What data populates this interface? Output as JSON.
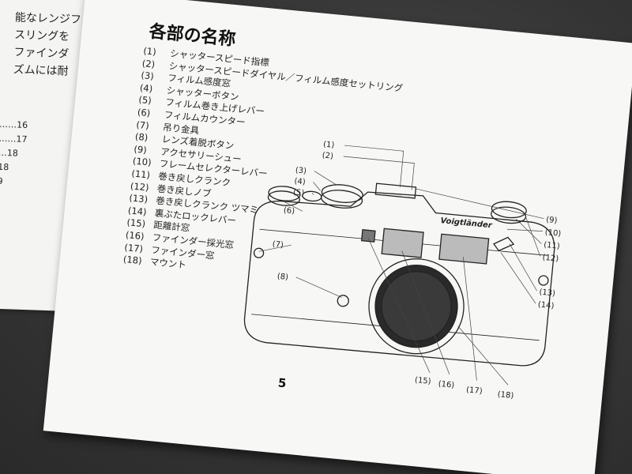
{
  "left_page": {
    "lines": [
      "能なレンジフ",
      "スリングを",
      "ファインダ",
      "ズムには耐"
    ],
    "toc": [
      "……16",
      "……17",
      "…18",
      "18",
      "9"
    ]
  },
  "heading": "各部の名称",
  "parts": [
    {
      "num": "(1)",
      "label": "シャッタースピード指標"
    },
    {
      "num": "(2)",
      "label": "シャッタースピードダイヤル／フィルム感度セットリング"
    },
    {
      "num": "(3)",
      "label": "フィルム感度窓"
    },
    {
      "num": "(4)",
      "label": "シャッターボタン"
    },
    {
      "num": "(5)",
      "label": "フィルム巻き上げレバー"
    },
    {
      "num": "(6)",
      "label": "フィルムカウンター"
    },
    {
      "num": "(7)",
      "label": "吊り金具"
    },
    {
      "num": "(8)",
      "label": "レンズ着脱ボタン"
    },
    {
      "num": "(9)",
      "label": "アクセサリーシュー"
    },
    {
      "num": "(10)",
      "label": "フレームセレクターレバー"
    },
    {
      "num": "(11)",
      "label": "巻き戻しクランク"
    },
    {
      "num": "(12)",
      "label": "巻き戻しノブ"
    },
    {
      "num": "(13)",
      "label": "巻き戻しクランク ツマミ"
    },
    {
      "num": "(14)",
      "label": "裏ぶたロックレバー"
    },
    {
      "num": "(15)",
      "label": "距離計窓"
    },
    {
      "num": "(16)",
      "label": "ファインダー採光窓"
    },
    {
      "num": "(17)",
      "label": "ファインダー窓"
    },
    {
      "num": "(18)",
      "label": "マウント"
    }
  ],
  "camera_brand": "Voigtländer",
  "callouts": [
    "(1)",
    "(2)",
    "(3)",
    "(4)",
    "(5)",
    "(6)",
    "(7)",
    "(8)",
    "(9)",
    "(10)",
    "(11)",
    "(12)",
    "(13)",
    "(14)",
    "(15)",
    "(16)",
    "(17)",
    "(18)"
  ],
  "page_number": "5"
}
